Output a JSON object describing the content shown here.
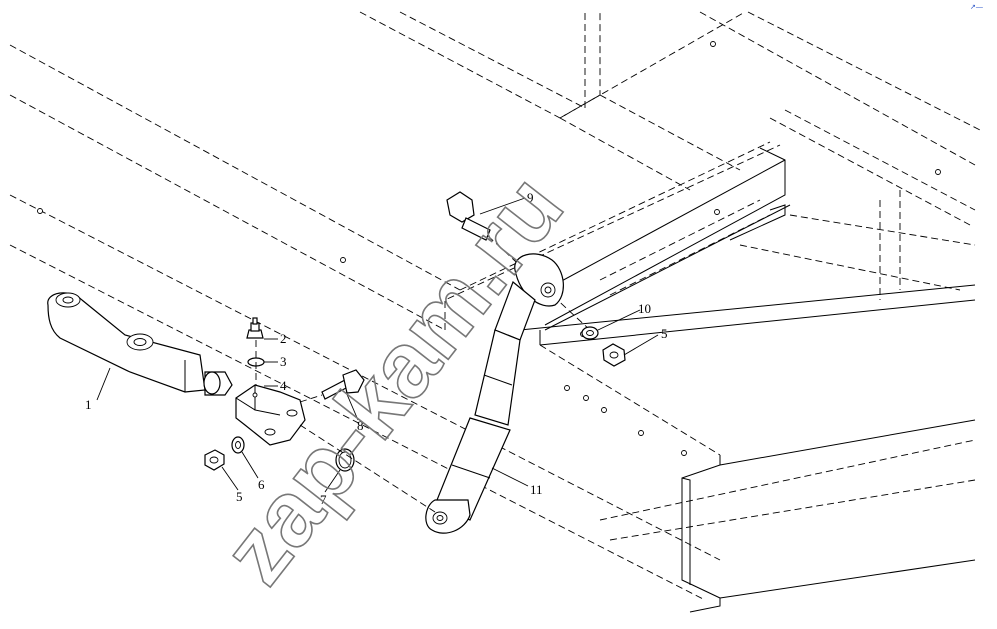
{
  "diagram": {
    "watermark": "zap-kam.ru",
    "corner_mark": "↗—",
    "callouts": [
      {
        "id": "c1",
        "text": "1"
      },
      {
        "id": "c2",
        "text": "2"
      },
      {
        "id": "c3",
        "text": "3"
      },
      {
        "id": "c4",
        "text": "4"
      },
      {
        "id": "c5a",
        "text": "5"
      },
      {
        "id": "c6",
        "text": "6"
      },
      {
        "id": "c7",
        "text": "7"
      },
      {
        "id": "c8",
        "text": "8"
      },
      {
        "id": "c9",
        "text": "9"
      },
      {
        "id": "c10",
        "text": "10"
      },
      {
        "id": "c5b",
        "text": "5"
      },
      {
        "id": "c11",
        "text": "11"
      }
    ],
    "parts": [
      {
        "name": "lever-arm"
      },
      {
        "name": "grease-fitting"
      },
      {
        "name": "o-ring"
      },
      {
        "name": "bracket"
      },
      {
        "name": "nut"
      },
      {
        "name": "washer"
      },
      {
        "name": "spacer-ring"
      },
      {
        "name": "bolt"
      },
      {
        "name": "upper-bolt"
      },
      {
        "name": "upper-washer"
      },
      {
        "name": "upper-nut"
      },
      {
        "name": "shock-absorber"
      }
    ]
  }
}
